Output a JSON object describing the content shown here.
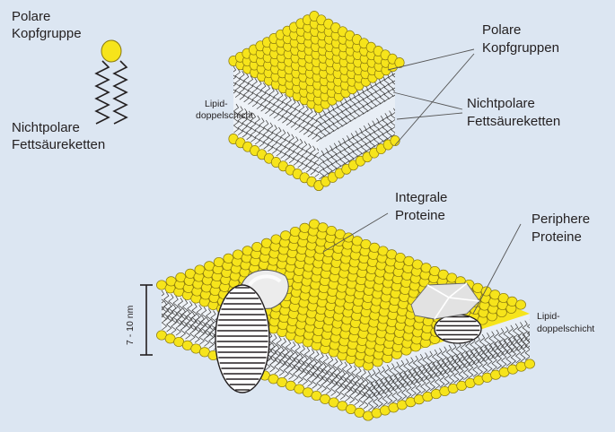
{
  "colors": {
    "background": "#dce6f2",
    "head_fill": "#f6e41b",
    "head_stroke": "#8a7a10",
    "chain": "#3a3a3a",
    "leader": "#555555",
    "protein_fill": "#ffffff",
    "protein_hatch": "#231f20"
  },
  "lipid_legend": {
    "head_label": [
      "Polare",
      "Kopfgruppe"
    ],
    "tail_label": [
      "Nichtpolare",
      "Fettsäureketten"
    ]
  },
  "bilayer_block": {
    "polar_label": [
      "Polare",
      "Kopfgruppen"
    ],
    "nonpolar_label": [
      "Nichtpolare",
      "Fettsäureketten"
    ],
    "bilayer_label": [
      "Lipid-",
      "doppelschicht"
    ]
  },
  "membrane": {
    "integral_label": [
      "Integrale",
      "Proteine"
    ],
    "peripheral_label": [
      "Periphere",
      "Proteine"
    ],
    "bilayer_label": [
      "Lipid-",
      "doppelschicht"
    ],
    "thickness_label": "7 - 10 nm"
  }
}
